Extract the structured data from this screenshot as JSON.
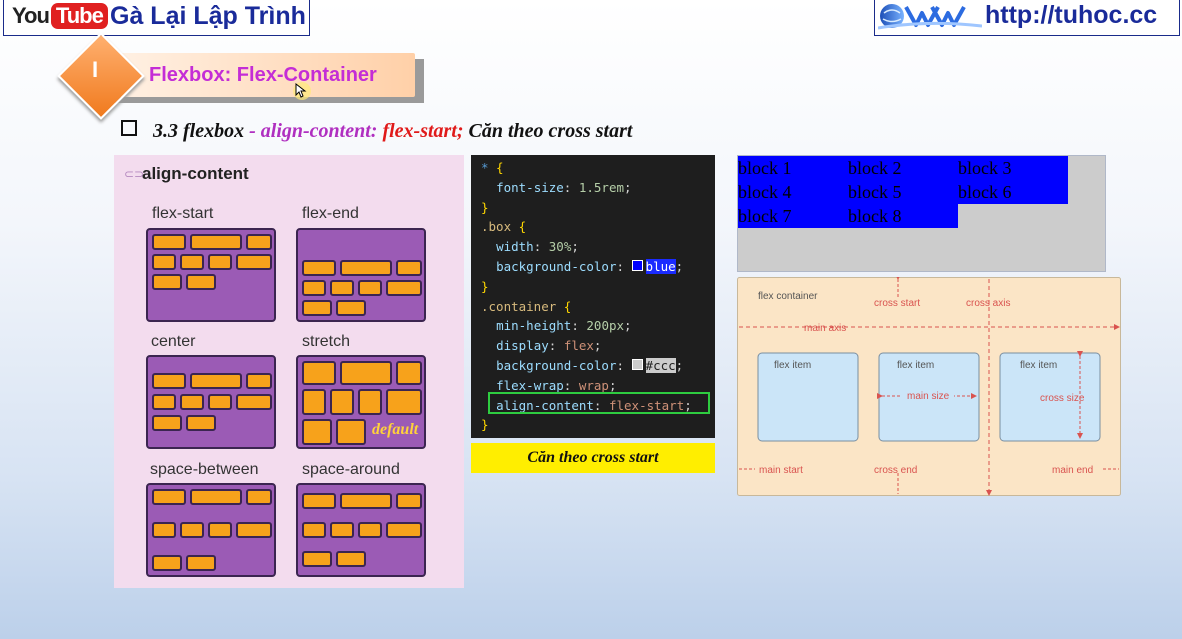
{
  "header": {
    "yt_logo_you": "You",
    "yt_logo_tube": "Tube",
    "channel_title": "Gà Lại Lập Trình",
    "url": "http://tuhoc.cc"
  },
  "banner": {
    "number": "I",
    "title": "Flexbox: Flex-Container"
  },
  "subtitle": {
    "prefix": "3.3 flexbox",
    "dash": " - ",
    "prop": "align-content: ",
    "value": "flex-start;",
    "suffix": " Căn theo cross start"
  },
  "illustration": {
    "title": "align-content",
    "labels": [
      "flex-start",
      "flex-end",
      "center",
      "stretch",
      "space-between",
      "space-around"
    ],
    "default_label": "default"
  },
  "code": {
    "l1_sel": "*",
    "l1_brace": " {",
    "l2_prop": "font-size",
    "l2_val": "1.5rem",
    "l3": "}",
    "l4_sel": ".box",
    "l4_brace": " {",
    "l5_prop": "width",
    "l5_val": "30%",
    "l6_prop": "background-color",
    "l6_val": "blue",
    "l7": "}",
    "l8_sel": ".container",
    "l8_brace": " {",
    "l9_prop": "min-height",
    "l9_val": "200px",
    "l10_prop": "display",
    "l10_val": "flex",
    "l11_prop": "background-color",
    "l11_val": "#ccc",
    "l12_prop": "flex-wrap",
    "l12_val": "wrap",
    "l13_prop": "align-content",
    "l13_val": "flex-start",
    "l14": "}"
  },
  "caption": "Căn theo cross start",
  "result_blocks": [
    "block 1",
    "block 2",
    "block 3",
    "block 4",
    "block 5",
    "block 6",
    "block 7",
    "block 8"
  ],
  "diagram": {
    "container_label": "flex container",
    "cross_start": "cross start",
    "cross_axis": "cross axis",
    "main_axis": "main axis",
    "item_label": "flex item",
    "main_size": "main size",
    "cross_size": "cross size",
    "main_start": "main start",
    "cross_end": "cross end",
    "main_end": "main end"
  },
  "colors": {
    "title_blue": "#1a2b9a",
    "banner_purple": "#c42dd6",
    "value_red": "#e01a1a",
    "block_blue": "#0000ff",
    "container_gray": "#cccccc",
    "caption_yellow": "#ffee00"
  }
}
